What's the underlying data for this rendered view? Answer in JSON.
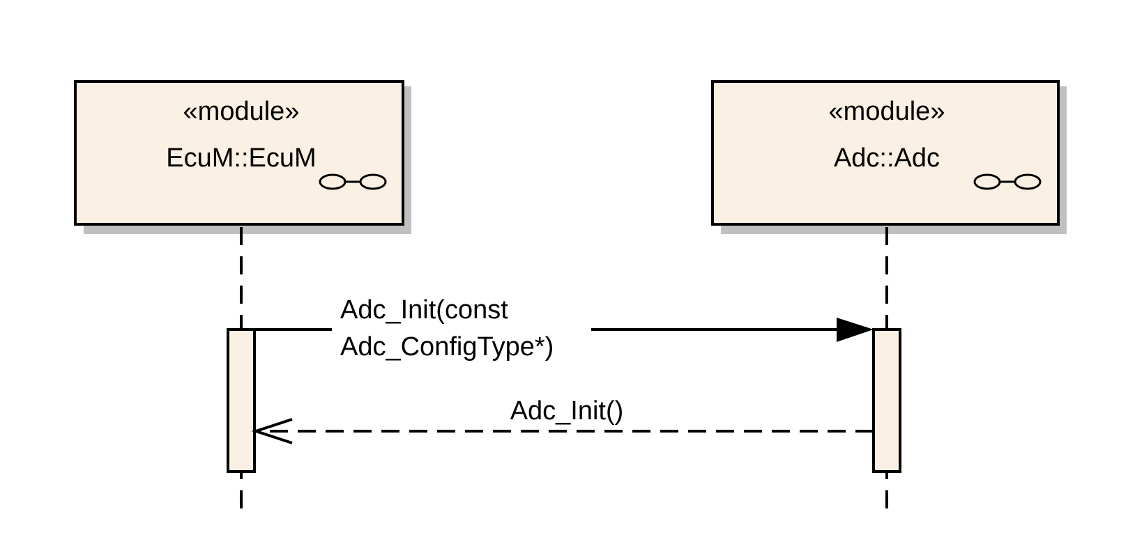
{
  "colors": {
    "box_fill": "#faf0e4",
    "shadow": "#c0c0c0",
    "line": "#000000",
    "background": "#ffffff"
  },
  "participants": [
    {
      "stereotype": "«module»",
      "name": "EcuM::EcuM",
      "icon": "component-link-icon"
    },
    {
      "stereotype": "«module»",
      "name": "Adc::Adc",
      "icon": "component-link-icon"
    }
  ],
  "messages": [
    {
      "kind": "synchronous-call",
      "label_line1": "Adc_Init(const",
      "label_line2": "Adc_ConfigType*)"
    },
    {
      "kind": "return",
      "label": "Adc_Init()"
    }
  ]
}
